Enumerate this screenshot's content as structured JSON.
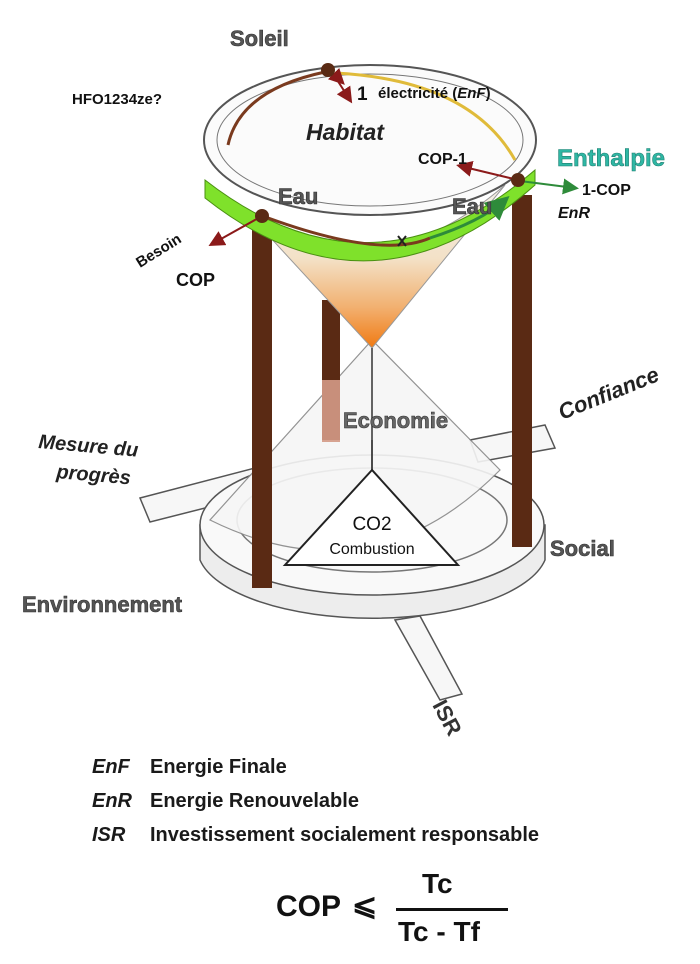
{
  "labels": {
    "soleil": "Soleil",
    "hfo": "HFO1234ze?",
    "one": "1",
    "electricite": "électricité (",
    "enf": "EnF",
    "close_paren": ")",
    "habitat": "Habitat",
    "cop_minus_1": "COP-1",
    "enthalpie": "Enthalpie",
    "one_minus_cop": "1-COP",
    "enr": "EnR",
    "eau_left": "Eau",
    "eau_right": "Eau",
    "besoin": "Besoin",
    "cop_left": "COP",
    "confiance": "Confiance",
    "economie": "Economie",
    "mesure_line1": "Mesure du",
    "mesure_line2": "progrès",
    "co2": "CO2",
    "combustion": "Combustion",
    "social": "Social",
    "environnement": "Environnement",
    "isr": "ISR"
  },
  "legend": [
    {
      "abbr": "EnF",
      "text": "Energie Finale"
    },
    {
      "abbr": "EnR",
      "text": "Energie Renouvelable"
    },
    {
      "abbr": "ISR",
      "text": "Investissement socialement responsable"
    }
  ],
  "formula": {
    "lhs": "COP",
    "op": "⩽",
    "numerator": "Tc",
    "denominator": "Tc - Tf"
  },
  "colors": {
    "green_ring": "#7fe12b",
    "enthalpie": "#2fb7a4",
    "leg": "#5a2a14",
    "arrow_red": "#8b1a1a",
    "arrow_green": "#2e8b3a",
    "funnel_orange": "#f07a12"
  }
}
